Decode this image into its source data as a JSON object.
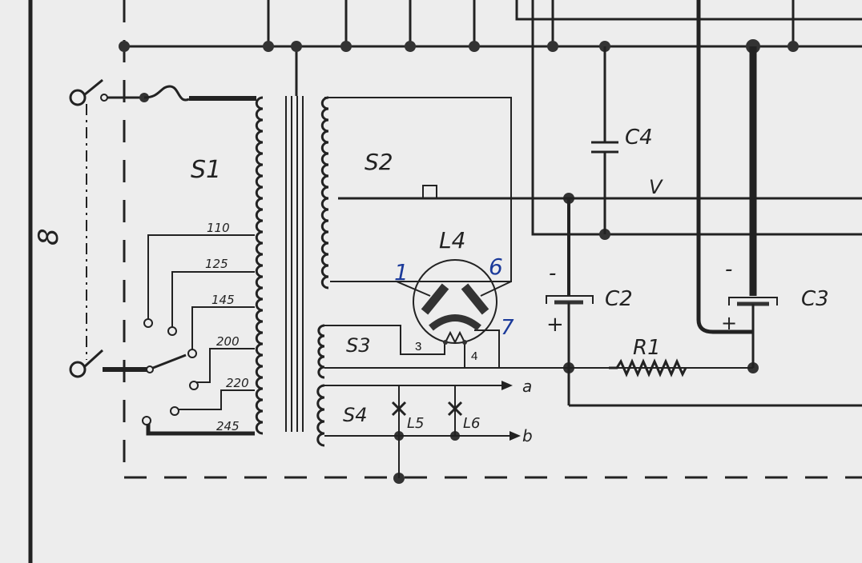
{
  "diagram": {
    "transformer": {
      "primary": "S1",
      "secondary_hv": "S2",
      "secondary_heater": "S3",
      "secondary_aux": "S4"
    },
    "primary_taps": [
      "110",
      "125",
      "145",
      "200",
      "220",
      "245"
    ],
    "tube": {
      "label": "L4",
      "pins": [
        "1",
        "6",
        "7",
        "3",
        "4"
      ]
    },
    "components": {
      "c4": "C4",
      "c2": "C2",
      "c3": "C3",
      "r1": "R1",
      "l5": "L5",
      "l6": "L6"
    },
    "polarity": {
      "c2_minus": "-",
      "c2_plus": "+",
      "c3_minus": "-",
      "c3_plus": "+"
    },
    "nodes": {
      "v": "V",
      "a": "a",
      "b": "b"
    },
    "fuse_symbol": "8",
    "colors": {
      "line": "#222222",
      "paper": "#ededed",
      "pin_labels": "#1b3a9a"
    }
  }
}
